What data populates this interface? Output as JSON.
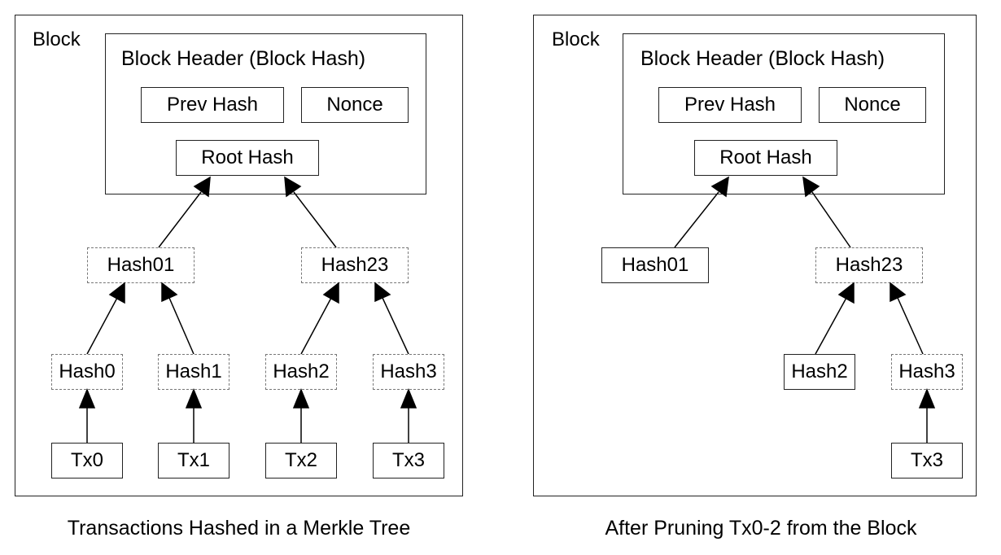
{
  "left": {
    "block_label": "Block",
    "header_title": "Block Header (Block Hash)",
    "prev_hash": "Prev Hash",
    "nonce": "Nonce",
    "root_hash": "Root Hash",
    "hash01": "Hash01",
    "hash23": "Hash23",
    "hash0": "Hash0",
    "hash1": "Hash1",
    "hash2": "Hash2",
    "hash3": "Hash3",
    "tx0": "Tx0",
    "tx1": "Tx1",
    "tx2": "Tx2",
    "tx3": "Tx3",
    "caption": "Transactions Hashed in a Merkle Tree"
  },
  "right": {
    "block_label": "Block",
    "header_title": "Block Header (Block Hash)",
    "prev_hash": "Prev Hash",
    "nonce": "Nonce",
    "root_hash": "Root Hash",
    "hash01": "Hash01",
    "hash23": "Hash23",
    "hash2": "Hash2",
    "hash3": "Hash3",
    "tx3": "Tx3",
    "caption": "After Pruning Tx0-2 from the Block"
  }
}
